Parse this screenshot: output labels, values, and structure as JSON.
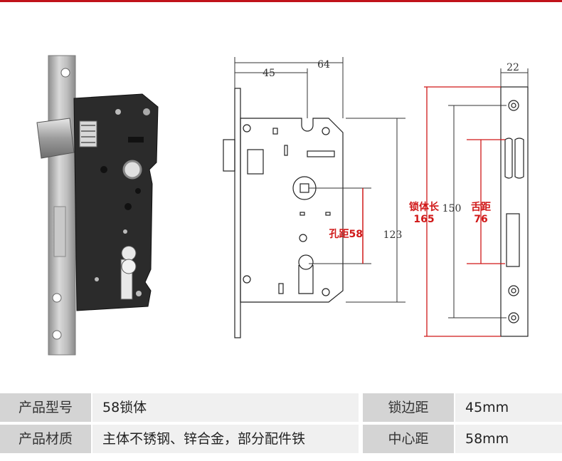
{
  "colors": {
    "accent": "#c0121a",
    "dimension_red": "#d01818",
    "label_cell": "#d4d4d4",
    "value_cell": "#f0f0f0"
  },
  "diagram": {
    "front_view": {
      "width_top": "64",
      "backset": "45",
      "height_right": "123",
      "hole_distance_label": "孔距58"
    },
    "side_view": {
      "thickness": "22",
      "height_middle": "150",
      "body_length_label": "锁体长",
      "body_length_value": "165",
      "latch_distance_label": "舌距",
      "latch_distance_value": "76"
    }
  },
  "specs": {
    "rows": [
      {
        "label1": "产品型号",
        "value1": "58锁体",
        "label2": "锁边距",
        "value2": "45mm"
      },
      {
        "label1": "产品材质",
        "value1": "主体不锈钢、锌合金，部分配件铁",
        "label2": "中心距",
        "value2": "58mm"
      }
    ]
  }
}
